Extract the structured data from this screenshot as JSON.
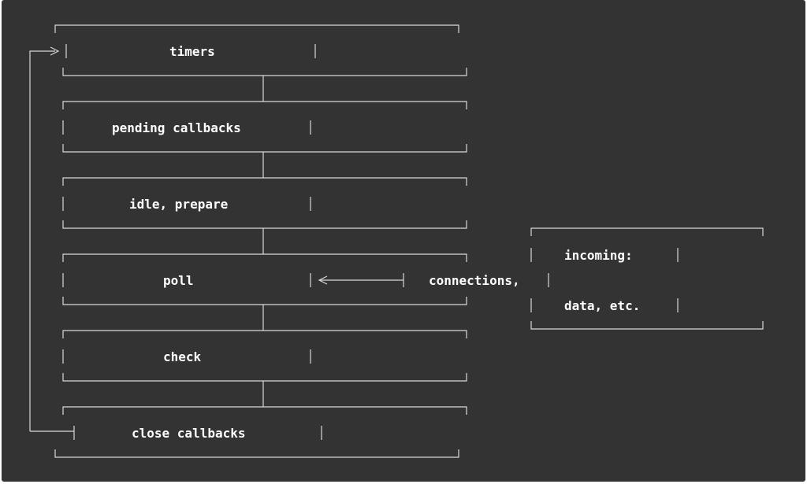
{
  "diagram": {
    "phases": [
      {
        "label": "timers"
      },
      {
        "label": "pending callbacks"
      },
      {
        "label": "idle, prepare"
      },
      {
        "label": "poll"
      },
      {
        "label": "check"
      },
      {
        "label": "close callbacks"
      }
    ],
    "incoming": {
      "line1": "incoming:",
      "line2": "connections,",
      "line3": "data, etc."
    }
  },
  "colors": {
    "background": "#333333",
    "line": "#d9d9d9",
    "text": "#ffffff"
  }
}
